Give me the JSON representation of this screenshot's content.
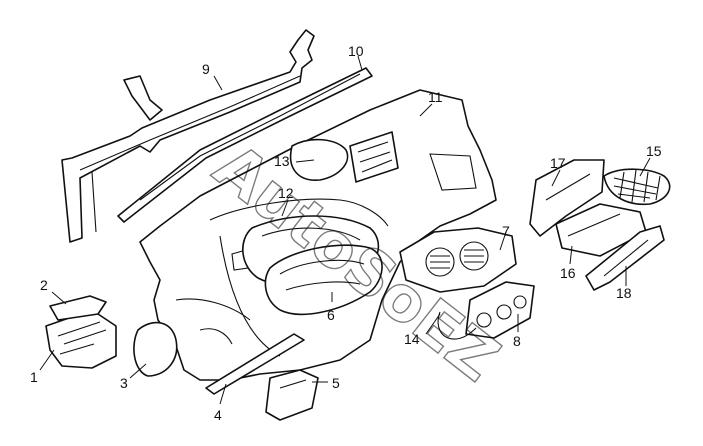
{
  "callouts": [
    {
      "id": "1",
      "label": "1"
    },
    {
      "id": "2",
      "label": "2"
    },
    {
      "id": "3",
      "label": "3"
    },
    {
      "id": "4",
      "label": "4"
    },
    {
      "id": "5",
      "label": "5"
    },
    {
      "id": "6",
      "label": "6"
    },
    {
      "id": "7",
      "label": "7"
    },
    {
      "id": "8",
      "label": "8"
    },
    {
      "id": "9",
      "label": "9"
    },
    {
      "id": "10",
      "label": "10"
    },
    {
      "id": "11",
      "label": "11"
    },
    {
      "id": "12",
      "label": "12"
    },
    {
      "id": "13",
      "label": "13"
    },
    {
      "id": "14",
      "label": "14"
    },
    {
      "id": "15",
      "label": "15"
    },
    {
      "id": "16",
      "label": "16"
    },
    {
      "id": "17",
      "label": "17"
    },
    {
      "id": "18",
      "label": "18"
    }
  ],
  "watermark": {
    "text": "AutoSoEZ"
  }
}
